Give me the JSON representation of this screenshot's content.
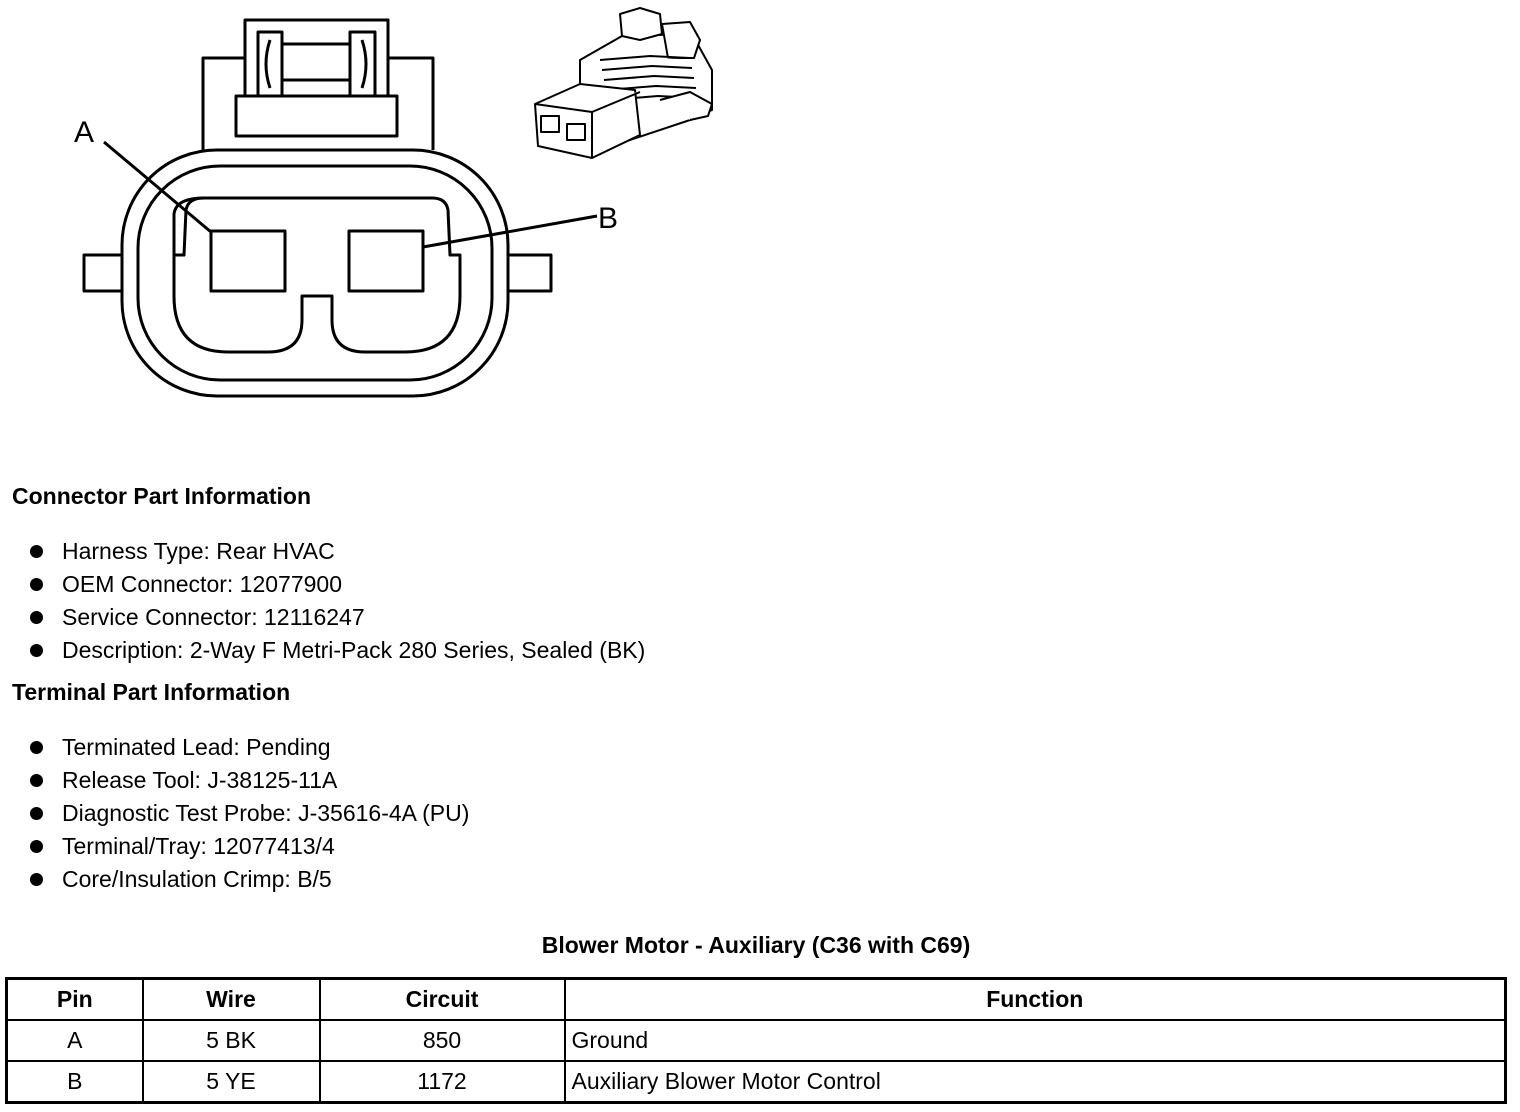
{
  "diagram": {
    "pin_labels": [
      "A",
      "B"
    ]
  },
  "connector_info": {
    "heading": "Connector Part Information",
    "items": [
      "Harness Type: Rear HVAC",
      "OEM Connector: 12077900",
      "Service Connector: 12116247",
      "Description: 2-Way F Metri-Pack 280 Series, Sealed (BK)"
    ]
  },
  "terminal_info": {
    "heading": "Terminal Part Information",
    "items": [
      "Terminated Lead: Pending",
      "Release Tool: J-38125-11A",
      "Diagnostic Test Probe: J-35616-4A (PU)",
      "Terminal/Tray: 12077413/4",
      "Core/Insulation Crimp: B/5"
    ]
  },
  "table": {
    "title": "Blower Motor - Auxiliary (C36 with C69)",
    "headers": [
      "Pin",
      "Wire",
      "Circuit",
      "Function"
    ],
    "rows": [
      [
        "A",
        "5 BK",
        "850",
        "Ground"
      ],
      [
        "B",
        "5 YE",
        "1172",
        "Auxiliary Blower Motor Control"
      ]
    ]
  }
}
